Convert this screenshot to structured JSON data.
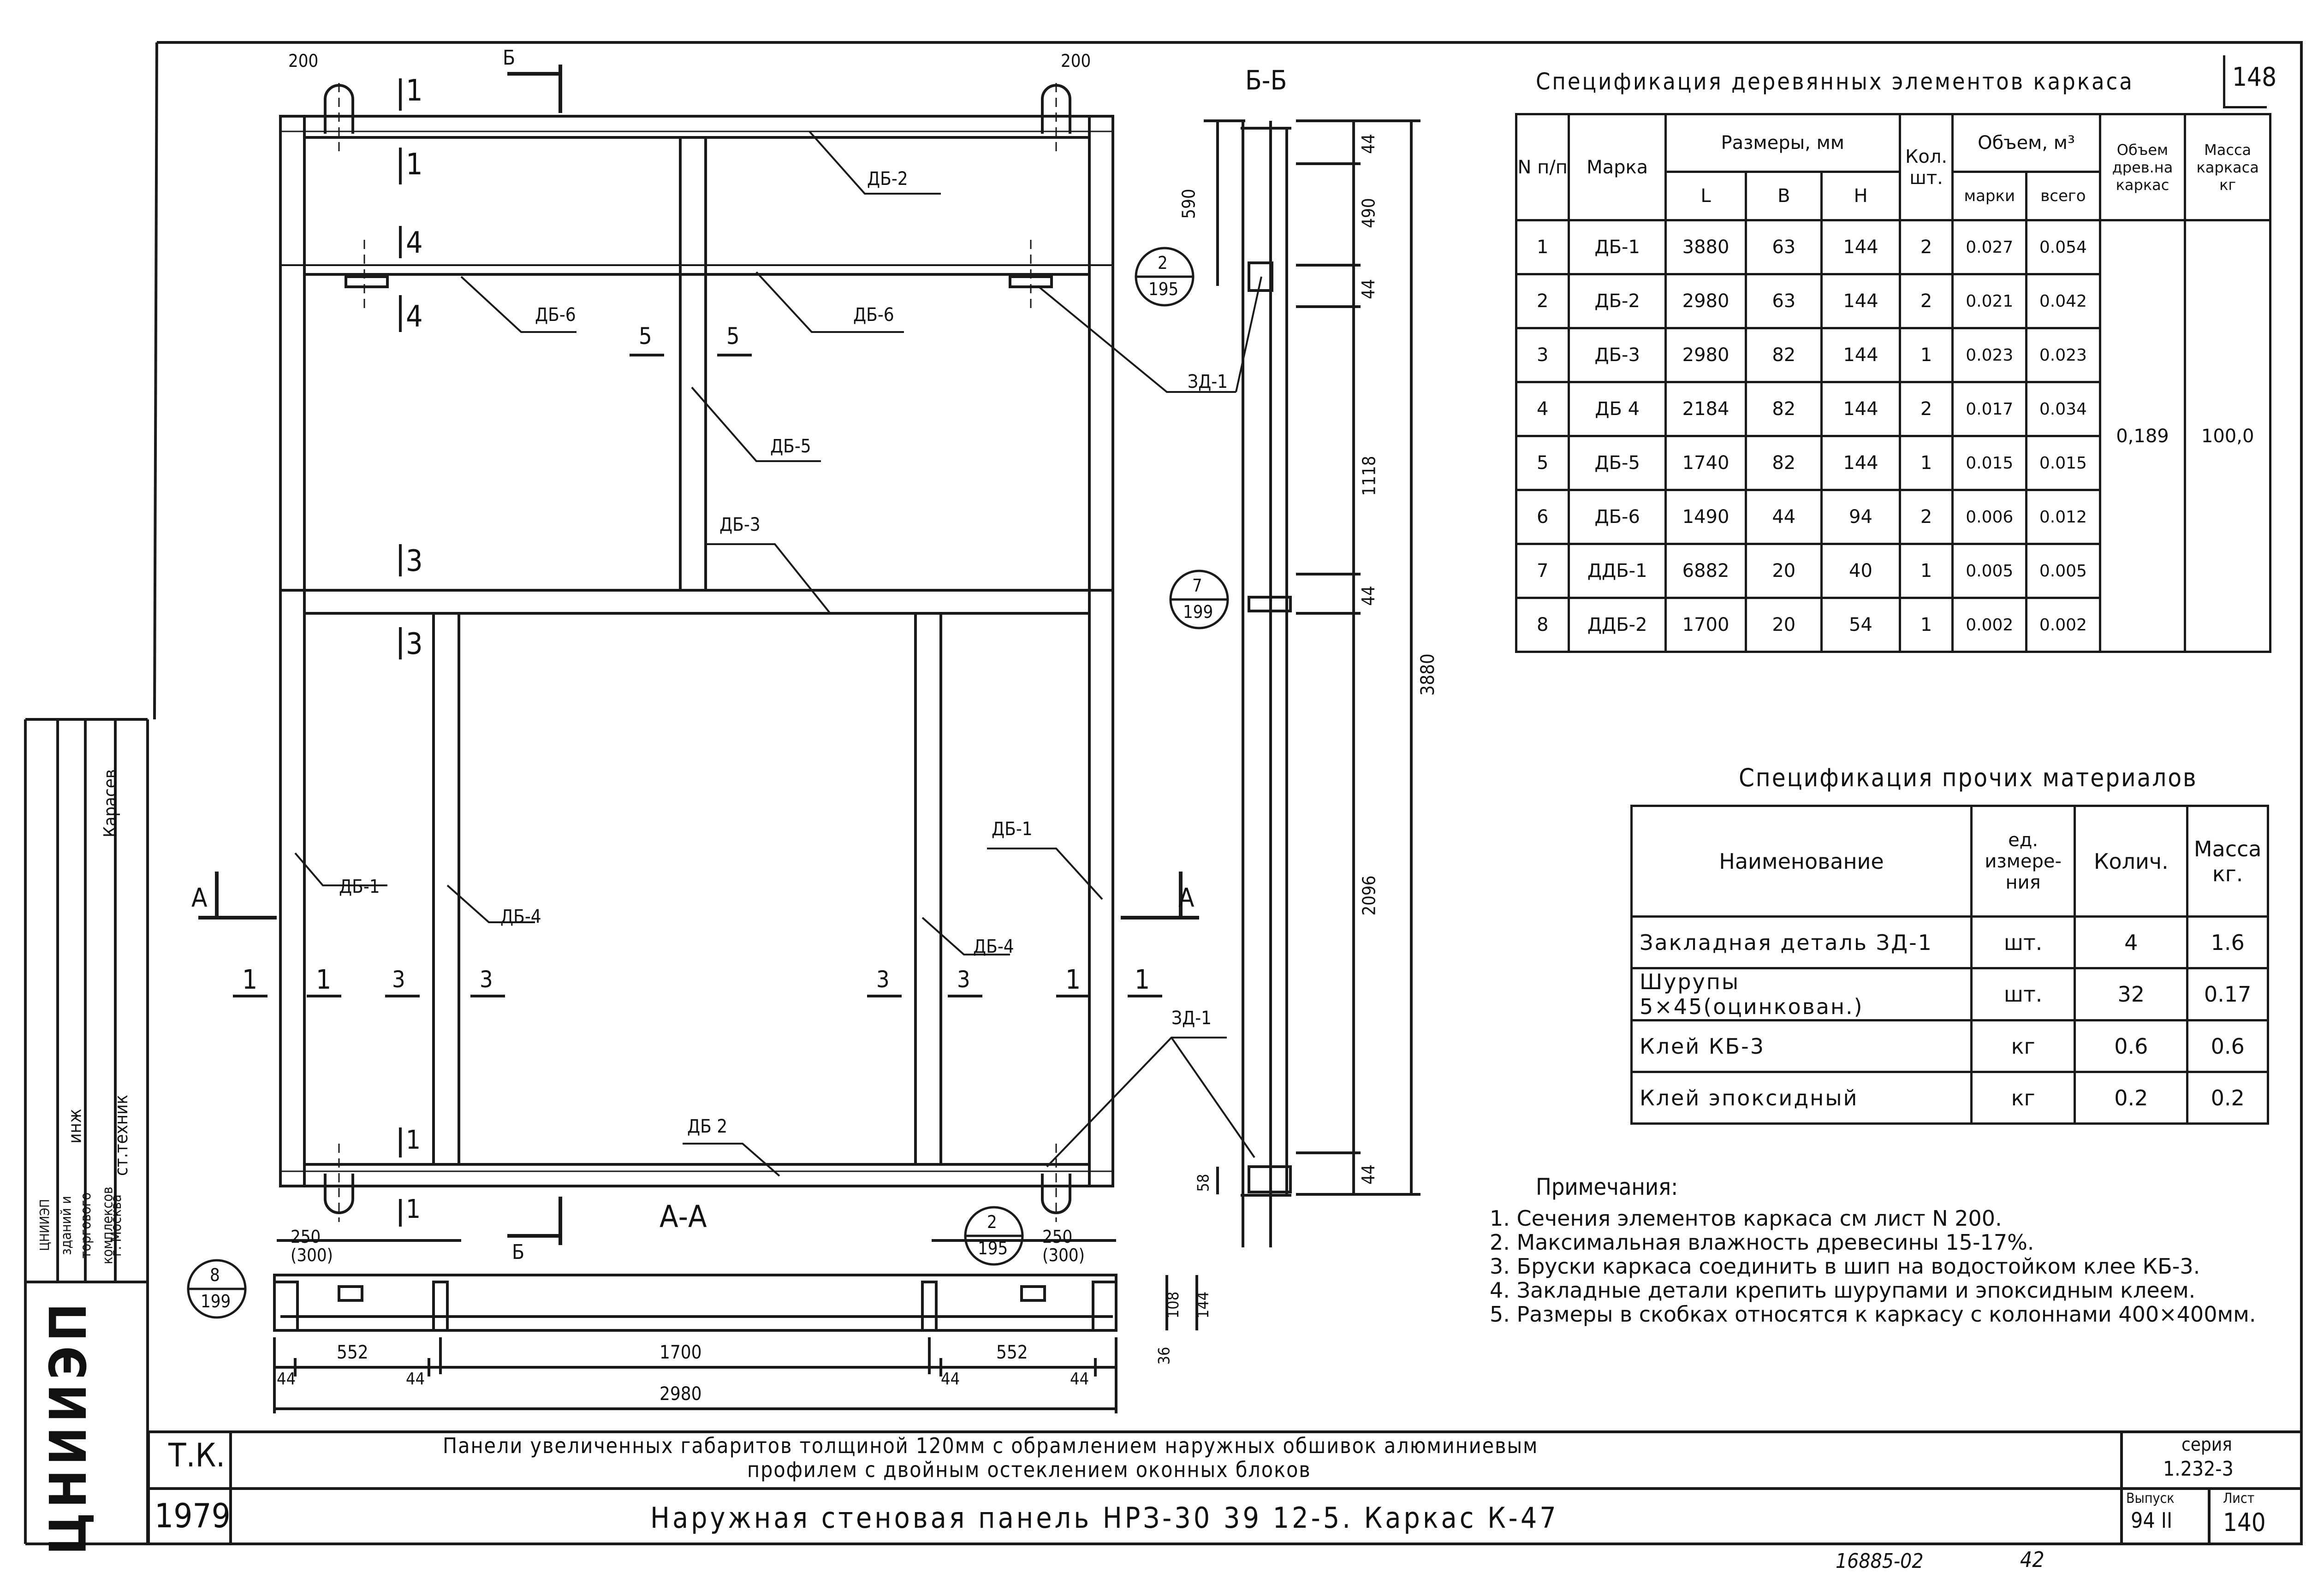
{
  "spec1": {
    "title": "Спецификация деревянных элементов каркаса",
    "sheet_no": "148",
    "headers": {
      "num": "N п/п",
      "mark": "Марка",
      "sizes": "Размеры, мм",
      "L": "L",
      "B": "B",
      "H": "H",
      "qty": "Кол. шт.",
      "volume": "Объем, м³",
      "vol_mark": "марки",
      "vol_total": "всего",
      "vol_wood": "Объем древ.на каркас",
      "mass": "Масса каркаса кг"
    },
    "rows": [
      {
        "n": "1",
        "mark": "ДБ-1",
        "L": "3880",
        "B": "63",
        "H": "144",
        "qty": "2",
        "vm": "0.027",
        "vt": "0.054"
      },
      {
        "n": "2",
        "mark": "ДБ-2",
        "L": "2980",
        "B": "63",
        "H": "144",
        "qty": "2",
        "vm": "0.021",
        "vt": "0.042"
      },
      {
        "n": "3",
        "mark": "ДБ-3",
        "L": "2980",
        "B": "82",
        "H": "144",
        "qty": "1",
        "vm": "0.023",
        "vt": "0.023"
      },
      {
        "n": "4",
        "mark": "ДБ 4",
        "L": "2184",
        "B": "82",
        "H": "144",
        "qty": "2",
        "vm": "0.017",
        "vt": "0.034"
      },
      {
        "n": "5",
        "mark": "ДБ-5",
        "L": "1740",
        "B": "82",
        "H": "144",
        "qty": "1",
        "vm": "0.015",
        "vt": "0.015"
      },
      {
        "n": "6",
        "mark": "ДБ-6",
        "L": "1490",
        "B": "44",
        "H": "94",
        "qty": "2",
        "vm": "0.006",
        "vt": "0.012"
      },
      {
        "n": "7",
        "mark": "ДДБ-1",
        "L": "6882",
        "B": "20",
        "H": "40",
        "qty": "1",
        "vm": "0.005",
        "vt": "0.005"
      },
      {
        "n": "8",
        "mark": "ДДБ-2",
        "L": "1700",
        "B": "20",
        "H": "54",
        "qty": "1",
        "vm": "0.002",
        "vt": "0.002"
      }
    ],
    "total_volume": "0,189",
    "total_mass": "100,0"
  },
  "spec2": {
    "title": "Спецификация прочих материалов",
    "headers": {
      "name": "Наименование",
      "unit": "ед. измере-ния",
      "qty": "Колич.",
      "mass": "Масса кг."
    },
    "rows": [
      {
        "name": "Закладная деталь ЗД-1",
        "unit": "шт.",
        "qty": "4",
        "mass": "1.6"
      },
      {
        "name": "Шурупы 5×45(оцинкован.)",
        "unit": "шт.",
        "qty": "32",
        "mass": "0.17"
      },
      {
        "name": "Клей КБ-3",
        "unit": "кг",
        "qty": "0.6",
        "mass": "0.6"
      },
      {
        "name": "Клей эпоксидный",
        "unit": "кг",
        "qty": "0.2",
        "mass": "0.2"
      }
    ]
  },
  "notes": {
    "title": "Примечания:",
    "items": [
      "1. Сечения элементов каркаса см лист N 200.",
      "2. Максимальная влажность древесины 15-17%.",
      "3. Бруски каркаса соединить в шип на водостойком клее КБ-3.",
      "4. Закладные детали крепить шурупами и эпоксидным клеем.",
      "5. Размеры в скобках относятся к каркасу с колоннами 400×400мм."
    ]
  },
  "drawing": {
    "dims_top": [
      "200",
      "200"
    ],
    "dims_right": [
      "44",
      "490",
      "44",
      "1118",
      "44",
      "2096",
      "44"
    ],
    "dim_total": "3880",
    "dim_590": "590",
    "dim_58": "58",
    "section_bb": "Б-Б",
    "section_aa": "А-А",
    "labels": [
      "ДБ-2",
      "ДБ-6",
      "ДБ-6",
      "ДБ-5",
      "ДБ-3",
      "ДБ-1",
      "ДБ-1",
      "ДБ-4",
      "ДБ-4",
      "ДБ 2",
      "ЗД-1",
      "ЗД-1"
    ],
    "callouts": [
      {
        "top": "2",
        "bottom": "195"
      },
      {
        "top": "7",
        "bottom": "199"
      },
      {
        "top": "8",
        "bottom": "199"
      },
      {
        "top": "2",
        "bottom": "195"
      }
    ],
    "bottom_dims": {
      "d250a": "250",
      "d300a": "(300)",
      "d250b": "250",
      "d300b": "(300)",
      "d552a": "552",
      "d1700": "1700",
      "d552b": "552",
      "d2980": "2980",
      "d44a": "44",
      "d44b": "44",
      "d44c": "44",
      "d44d": "44",
      "d108": "108",
      "d144": "144",
      "d36": "36"
    },
    "cut_marks": [
      "1",
      "1",
      "1",
      "1",
      "3",
      "3",
      "3",
      "3",
      "5",
      "5",
      "Б",
      "Б",
      "А",
      "А",
      "1",
      "1",
      "4",
      "4",
      "3",
      "3",
      "1",
      "1"
    ]
  },
  "title_block": {
    "line1": "Панели увеличенных габаритов толщиной 120мм с обрамлением наружных обшивок алюминиевым",
    "line2": "профилем с двойным остеклением оконных блоков",
    "main": "Наружная стеновая панель НРЗ-30 39 12-5. Каркас К-47",
    "tk": "Т.К.",
    "year": "1979",
    "series_label": "серия",
    "series": "1.232-3",
    "issue_label": "Выпуск",
    "issue": "94 II",
    "sheet_label": "Лист",
    "sheet": "140",
    "stamp": "ЦНИИЭП",
    "side_lines": [
      "г. Москва",
      "комплексов",
      "торгового",
      "зданий и",
      "ЦНИИЭП",
      "ст.техник",
      "инж",
      "Карасев"
    ]
  },
  "handwritten": {
    "code": "16885-02",
    "page": "42"
  }
}
